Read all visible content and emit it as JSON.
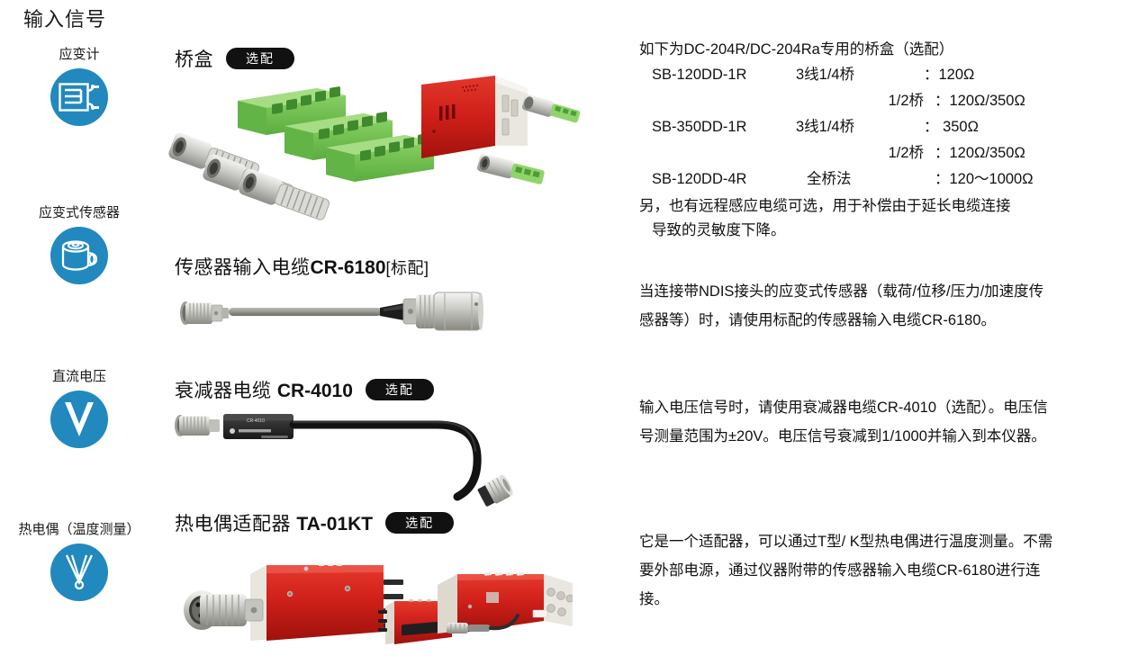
{
  "page": {
    "title": "输入信号",
    "accent_color": "#2189be",
    "badge_bg": "#111111",
    "background": "#ffffff"
  },
  "sidebar": {
    "items": [
      {
        "label": "应变计",
        "icon": "strain-gauge-icon"
      },
      {
        "label": "应变式传感器",
        "icon": "load-cell-icon"
      },
      {
        "label": "直流电压",
        "icon": "dc-voltage-icon"
      },
      {
        "label": "热电偶（温度测量）",
        "icon": "thermocouple-icon"
      }
    ]
  },
  "products": [
    {
      "name": "桥盒",
      "model": "",
      "suffix": "",
      "badge": "选配",
      "image": "bridge-box-photo"
    },
    {
      "name": "传感器输入电缆",
      "model": "CR-6180",
      "suffix": "[标配]",
      "badge": "",
      "image": "sensor-input-cable-photo"
    },
    {
      "name": "衰减器电缆",
      "model": "CR-4010",
      "suffix": "",
      "badge": "选配",
      "image": "attenuator-cable-photo"
    },
    {
      "name": "热电偶适配器",
      "model": "TA-01KT",
      "suffix": "",
      "badge": "选配",
      "image": "thermocouple-adapter-photo"
    }
  ],
  "descriptions": {
    "bridge_box": {
      "heading": "如下为DC-204R/DC-204Ra专用的桥盒（选配）",
      "spec_rows": [
        {
          "model": "SB-120DD-1R",
          "bridge": "3线1/4桥",
          "value": "：120Ω"
        },
        {
          "model": "",
          "bridge": "1/2桥",
          "value": "：120Ω/350Ω"
        },
        {
          "model": "SB-350DD-1R",
          "bridge": "3线1/4桥",
          "value": "： 350Ω"
        },
        {
          "model": "",
          "bridge": "1/2桥",
          "value": "：120Ω/350Ω"
        },
        {
          "model": "SB-120DD-4R",
          "bridge": "全桥法",
          "value": "：120～1000Ω"
        }
      ],
      "note_line1": "另，也有远程感应电缆可选，用于补偿由于延长电缆连接",
      "note_line2": "导致的灵敏度下降。"
    },
    "sensor_cable": {
      "line1": "当连接带NDIS接头的应变式传感器（载荷/位移/压力/加速度传",
      "line2": "感器等）时，请使用标配的传感器输入电缆CR-6180。"
    },
    "attenuator": {
      "line1": "输入电压信号时，请使用衰减器电缆CR-4010（选配）。电压信",
      "line2": "号测量范围为±20V。电压信号衰减到1/1000并输入到本仪器。"
    },
    "thermocouple": {
      "line1": "它是一个适配器，可以通过T型/ K型热电偶进行温度测量。不需",
      "line2": "要外部电源，通过仪器附带的传感器输入电缆CR-6180进行连",
      "line3": "接。"
    }
  }
}
